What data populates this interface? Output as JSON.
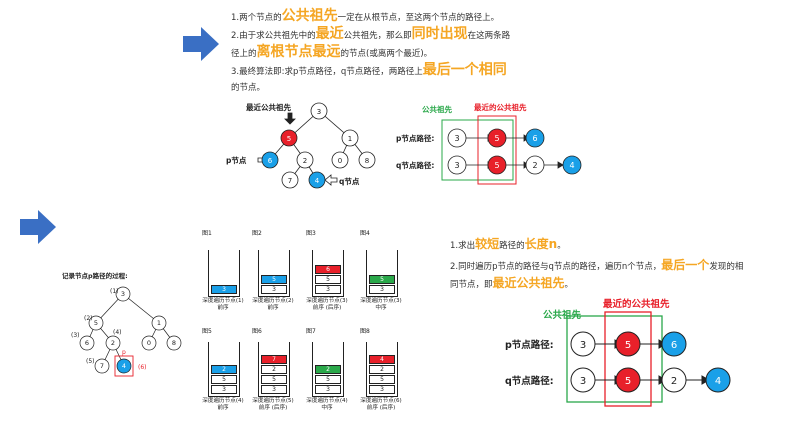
{
  "colors": {
    "arrow": "#3a6fc4",
    "red": "#e8202a",
    "blue": "#1aa0e8",
    "green": "#2aa84a",
    "highlight": "#f5a623",
    "frame_red": "#e8202a",
    "frame_green": "#2aa84a"
  },
  "text1": {
    "l1a": "1.两个节点的",
    "l1b": "公共祖先",
    "l1c": "一定在从根节点，至这两个节点的路径上。",
    "l2a": "2.由于求公共祖先中的",
    "l2b": "最近",
    "l2c": "公共祖先，那么即",
    "l2d": "同时出现",
    "l2e": "在这两条路",
    "l3a": "径上的",
    "l3b": "离根节点最远",
    "l3c": "的节点(或离两个最近)。",
    "l4a": "3.最终算法即:求p节点路径，q节点路径，两路径上",
    "l4b": "最后一个相同",
    "l5": "的节点。"
  },
  "tree1": {
    "label_lca": "最近公共祖先",
    "label_p": "p节点",
    "label_q": "q节点",
    "nodes": [
      "3",
      "5",
      "1",
      "6",
      "2",
      "0",
      "8",
      "7",
      "4"
    ]
  },
  "path1": {
    "title_common": "公共祖先",
    "title_nearest": "最近的公共祖先",
    "p_label": "p节点路径:",
    "q_label": "q节点路径:",
    "p_nodes": [
      "3",
      "5",
      "6"
    ],
    "q_nodes": [
      "3",
      "5",
      "2",
      "4"
    ]
  },
  "tree2": {
    "title": "记录节点p路径的过程:",
    "p_mark": "p",
    "order": [
      "(1)",
      "(2)",
      "(3)",
      "(4)",
      "(5)",
      "(6)"
    ],
    "nodes": [
      "3",
      "5",
      "1",
      "6",
      "2",
      "0",
      "8",
      "7",
      "4"
    ]
  },
  "stacks": [
    {
      "title": "图1",
      "cells": [
        "3"
      ],
      "caption1": "深度遍历节点(1)",
      "caption2": "前序"
    },
    {
      "title": "图2",
      "cells": [
        "3",
        "5"
      ],
      "caption1": "深度遍历节点(2)",
      "caption2": "前序"
    },
    {
      "title": "图3",
      "cells": [
        "3",
        "5",
        "6"
      ],
      "caption1": "深度遍历节点(3)",
      "caption2": "前序 (后序)"
    },
    {
      "title": "图4",
      "cells": [
        "3",
        "5"
      ],
      "caption1": "深度遍历节点(3)",
      "caption2": "中序"
    },
    {
      "title": "图5",
      "cells": [
        "3",
        "5",
        "2"
      ],
      "caption1": "深度遍历节点(4)",
      "caption2": "前序"
    },
    {
      "title": "图6",
      "cells": [
        "3",
        "5",
        "2",
        "7"
      ],
      "caption1": "深度遍历节点(5)",
      "caption2": "前序 (后序)"
    },
    {
      "title": "图7",
      "cells": [
        "3",
        "5",
        "2"
      ],
      "caption1": "深度遍历节点(4)",
      "caption2": "中序"
    },
    {
      "title": "图8",
      "cells": [
        "3",
        "5",
        "2",
        "4"
      ],
      "caption1": "深度遍历节点(6)",
      "caption2": "前序 (后序)"
    }
  ],
  "text2": {
    "l1a": "1.求出",
    "l1b": "较短",
    "l1c": "路径的",
    "l1d": "长度n",
    "l1e": "。",
    "l2a": "2.同时遍历p节点的路径与q节点的路径，遍历n个节点，",
    "l2b": "最后一个",
    "l2c": "发现的相",
    "l3a": "同节点，即",
    "l3b": "最近公共祖先",
    "l3c": "。"
  },
  "path2": {
    "title_common": "公共祖先",
    "title_nearest": "最近的公共祖先",
    "p_label": "p节点路径:",
    "q_label": "q节点路径:",
    "p_nodes": [
      "3",
      "5",
      "6"
    ],
    "q_nodes": [
      "3",
      "5",
      "2",
      "4"
    ]
  }
}
